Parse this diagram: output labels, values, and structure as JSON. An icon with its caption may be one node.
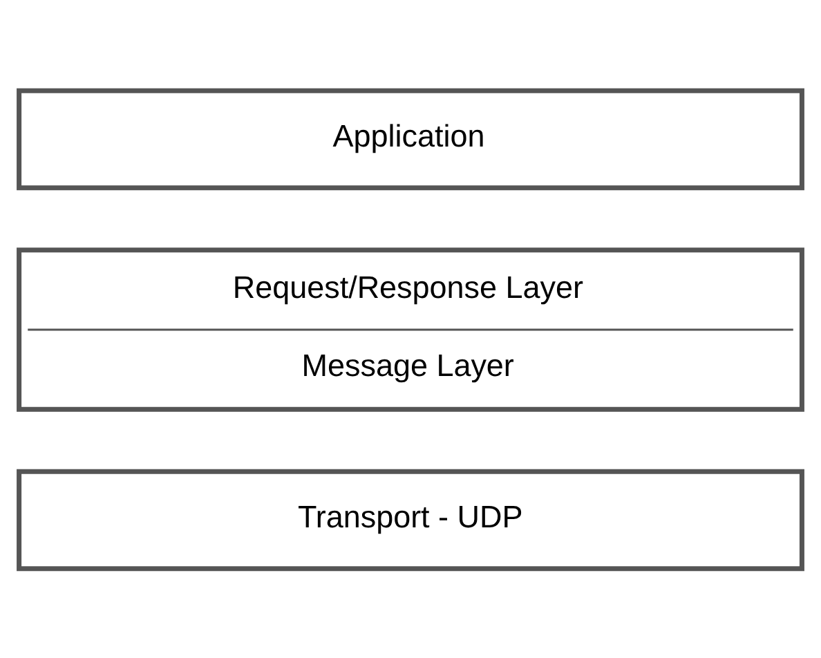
{
  "diagram": {
    "nodes": [
      {
        "text": [
          "Application"
        ]
      },
      {
        "text": [
          "Request/Response Layer",
          "Message Layer"
        ]
      },
      {
        "text": [
          "Transport - UDP"
        ]
      }
    ]
  }
}
